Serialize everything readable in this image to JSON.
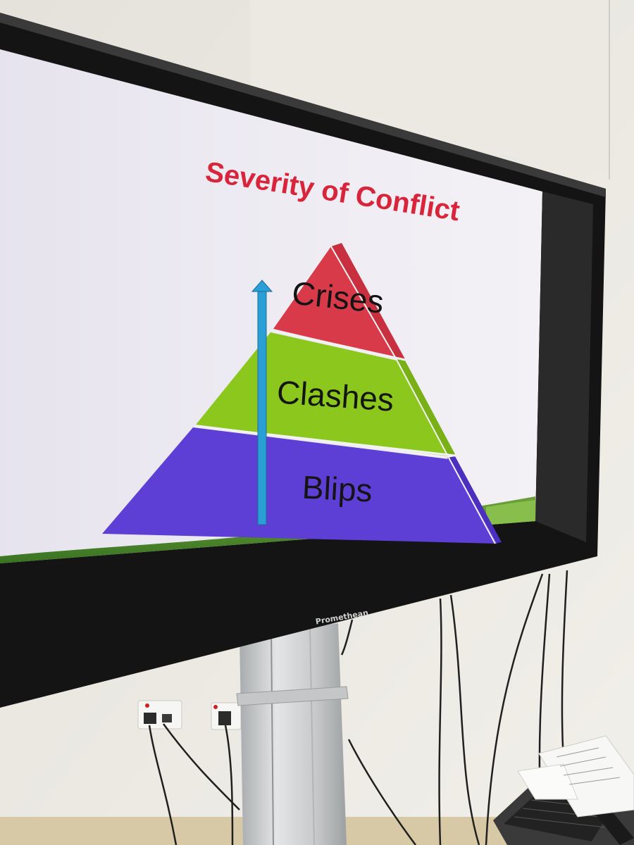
{
  "slide": {
    "title": "Severity of Conflict",
    "pyramid_levels": [
      {
        "label": "Crises",
        "color": "#d93a4a"
      },
      {
        "label": "Clashes",
        "color": "#8bc71c"
      },
      {
        "label": "Blips",
        "color": "#5d3fd6"
      }
    ],
    "arrow_color": "#2a9fd6",
    "title_color": "#d8253b"
  },
  "monitor": {
    "brand": "Promethean"
  }
}
